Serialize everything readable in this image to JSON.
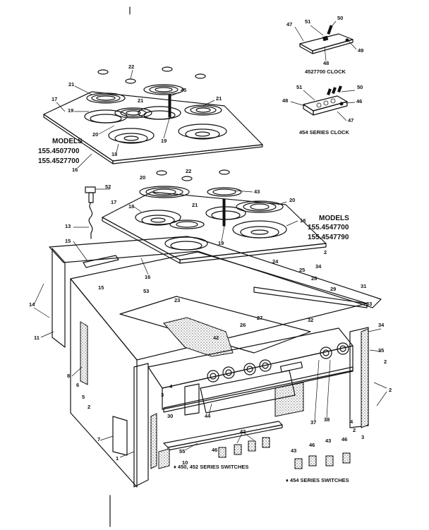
{
  "models_upper": {
    "heading": "MODELS",
    "line1": "155.4507700",
    "line2": "155.4527700"
  },
  "models_lower": {
    "heading": "MODELS",
    "line1": "155.4547700",
    "line2": "155.4547790"
  },
  "captions": {
    "clock_4527700": "4527700 CLOCK",
    "clock_454": "454 SERIES CLOCK",
    "switches_450_452": "♦ 450, 452 SERIES SWITCHES",
    "switches_454": "♦ 454 SERIES SWITCHES"
  },
  "callouts": [
    {
      "id": "c-51a",
      "text": "51"
    },
    {
      "id": "c-50a",
      "text": "50"
    },
    {
      "id": "c-47a",
      "text": "47"
    },
    {
      "id": "c-49a",
      "text": "49"
    },
    {
      "id": "c-48a",
      "text": "48"
    },
    {
      "id": "c-51b",
      "text": "51"
    },
    {
      "id": "c-50b",
      "text": "50"
    },
    {
      "id": "c-46b",
      "text": "46"
    },
    {
      "id": "c-48b",
      "text": "48"
    },
    {
      "id": "c-47b",
      "text": "47"
    },
    {
      "id": "c-22a",
      "text": "22"
    },
    {
      "id": "c-21a",
      "text": "21"
    },
    {
      "id": "c-45a",
      "text": "45"
    },
    {
      "id": "c-21b",
      "text": "21"
    },
    {
      "id": "c-21c",
      "text": "21"
    },
    {
      "id": "c-17a",
      "text": "17"
    },
    {
      "id": "c-19a",
      "text": "19"
    },
    {
      "id": "c-20a",
      "text": "20"
    },
    {
      "id": "c-18a",
      "text": "18"
    },
    {
      "id": "c-19b",
      "text": "19"
    },
    {
      "id": "c-16a",
      "text": "16"
    },
    {
      "id": "c-22b",
      "text": "22"
    },
    {
      "id": "c-20b",
      "text": "20"
    },
    {
      "id": "c-43a",
      "text": "43"
    },
    {
      "id": "c-52a",
      "text": "52"
    },
    {
      "id": "c-17b",
      "text": "17"
    },
    {
      "id": "c-18b",
      "text": "18"
    },
    {
      "id": "c-21d",
      "text": "21"
    },
    {
      "id": "c-20c",
      "text": "20"
    },
    {
      "id": "c-18c",
      "text": "18"
    },
    {
      "id": "c-13a",
      "text": "13"
    },
    {
      "id": "c-19c",
      "text": "19"
    },
    {
      "id": "c-15a",
      "text": "15"
    },
    {
      "id": "c-16b",
      "text": "16"
    },
    {
      "id": "c-2a",
      "text": "2"
    },
    {
      "id": "c-24a",
      "text": "24"
    },
    {
      "id": "c-25a",
      "text": "25"
    },
    {
      "id": "c-34a",
      "text": "34"
    },
    {
      "id": "c-28a",
      "text": "28"
    },
    {
      "id": "c-29a",
      "text": "29"
    },
    {
      "id": "c-31a",
      "text": "31"
    },
    {
      "id": "c-33a",
      "text": "33"
    },
    {
      "id": "c-15b",
      "text": "15"
    },
    {
      "id": "c-53a",
      "text": "53"
    },
    {
      "id": "c-23a",
      "text": "23"
    },
    {
      "id": "c-14a",
      "text": "14"
    },
    {
      "id": "c-11a",
      "text": "11"
    },
    {
      "id": "c-26a",
      "text": "26"
    },
    {
      "id": "c-27a",
      "text": "27"
    },
    {
      "id": "c-42a",
      "text": "42"
    },
    {
      "id": "c-32a",
      "text": "32"
    },
    {
      "id": "c-34b",
      "text": "34"
    },
    {
      "id": "c-35a",
      "text": "35"
    },
    {
      "id": "c-8a",
      "text": "8"
    },
    {
      "id": "c-6a",
      "text": "6"
    },
    {
      "id": "c-5a",
      "text": "5"
    },
    {
      "id": "c-2b",
      "text": "2"
    },
    {
      "id": "c-4a",
      "text": "4"
    },
    {
      "id": "c-3a",
      "text": "3"
    },
    {
      "id": "c-30a",
      "text": "30"
    },
    {
      "id": "c-44a",
      "text": "44"
    },
    {
      "id": "c-37a",
      "text": "37"
    },
    {
      "id": "c-38a",
      "text": "38"
    },
    {
      "id": "c-7a",
      "text": "7"
    },
    {
      "id": "c-1a",
      "text": "1"
    },
    {
      "id": "c-55a",
      "text": "55"
    },
    {
      "id": "c-10a",
      "text": "10"
    },
    {
      "id": "c-42b",
      "text": "42"
    },
    {
      "id": "c-46a",
      "text": "46"
    },
    {
      "id": "c-43b",
      "text": "43"
    },
    {
      "id": "c-46c",
      "text": "46"
    },
    {
      "id": "c-43c",
      "text": "43"
    },
    {
      "id": "c-46d",
      "text": "46"
    },
    {
      "id": "c-2c",
      "text": "2"
    },
    {
      "id": "c-4b",
      "text": "4"
    },
    {
      "id": "c-2d",
      "text": "2"
    },
    {
      "id": "c-3b",
      "text": "3"
    },
    {
      "id": "c-2e",
      "text": "2"
    }
  ]
}
